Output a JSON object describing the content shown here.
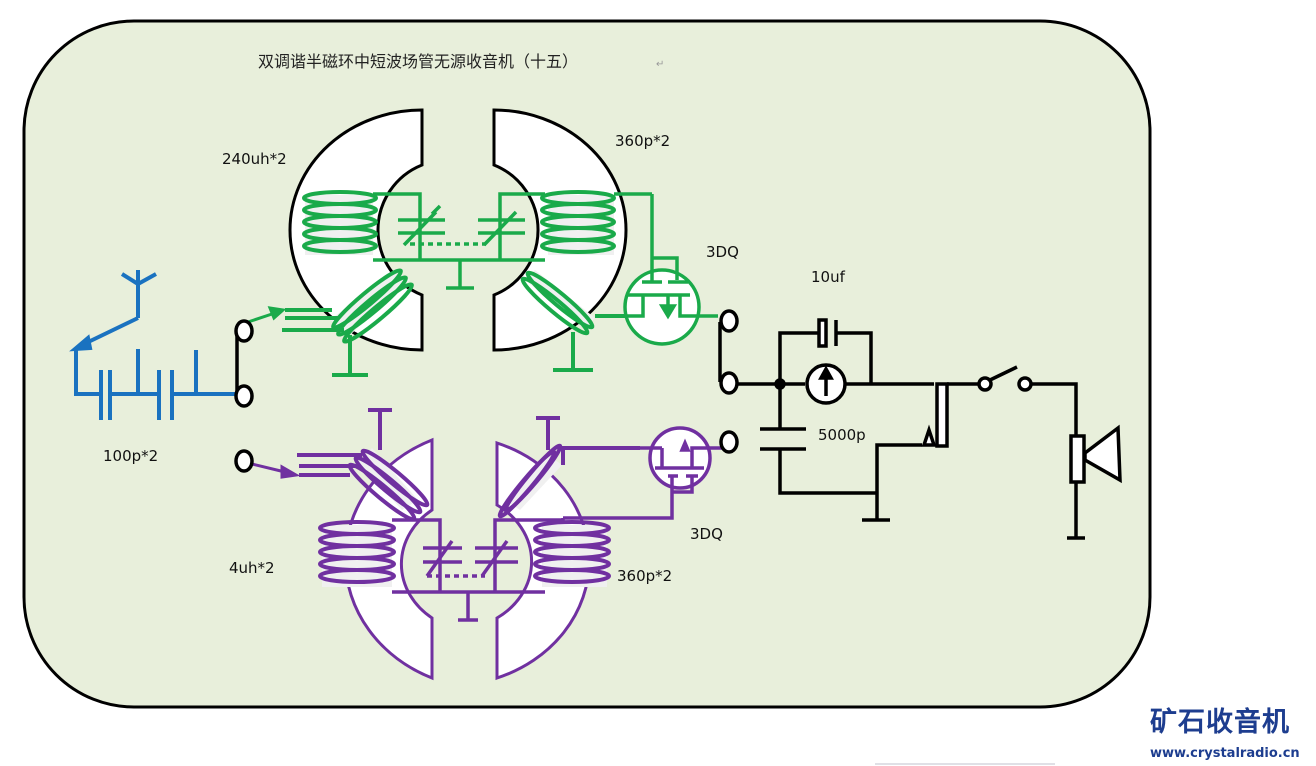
{
  "diagram": {
    "title": "双调谐半磁环中短波场管无源收音机（十五）",
    "return_mark": "↵",
    "colors": {
      "background": "#e8efdb",
      "border": "#000000",
      "mw_section": "#1aaa4a",
      "sw_section": "#7030a0",
      "antenna": "#1a72c0",
      "audio_section": "#000000",
      "logo": "#1d3d8f"
    },
    "labels": {
      "mw_inductor": "240uh*2",
      "mw_capacitor": "360p*2",
      "mw_transistor": "3DQ",
      "antenna_capacitor": "100p*2",
      "sw_inductor": "4uh*2",
      "sw_capacitor": "360p*2",
      "sw_transistor": "3DQ",
      "coupling_capacitor": "10uf",
      "bypass_capacitor": "5000p"
    },
    "components": [
      {
        "name": "antenna",
        "section": "input"
      },
      {
        "name": "antenna-series-capacitors",
        "section": "input",
        "value": "100p*2"
      },
      {
        "name": "band-selector-switch-input",
        "section": "input"
      },
      {
        "name": "mw-half-ring-core-coil",
        "section": "medium-wave",
        "value": "240uh*2"
      },
      {
        "name": "mw-dual-variable-capacitor",
        "section": "medium-wave",
        "value": "360p*2"
      },
      {
        "name": "mw-fet-detector",
        "section": "medium-wave",
        "value": "3DQ"
      },
      {
        "name": "sw-half-ring-core-coil",
        "section": "short-wave",
        "value": "4uh*2"
      },
      {
        "name": "sw-dual-variable-capacitor",
        "section": "short-wave",
        "value": "360p*2"
      },
      {
        "name": "sw-fet-detector",
        "section": "short-wave",
        "value": "3DQ"
      },
      {
        "name": "band-selector-switch-output",
        "section": "audio"
      },
      {
        "name": "meter",
        "section": "audio"
      },
      {
        "name": "coupling-capacitor",
        "section": "audio",
        "value": "10uf"
      },
      {
        "name": "bypass-capacitor",
        "section": "audio",
        "value": "5000p"
      },
      {
        "name": "earphone-jack",
        "section": "audio"
      },
      {
        "name": "power-switch",
        "section": "audio"
      },
      {
        "name": "speaker",
        "section": "audio"
      }
    ]
  },
  "watermark": {
    "title": "矿石收音机",
    "url": "www.crystalradio.cn"
  }
}
